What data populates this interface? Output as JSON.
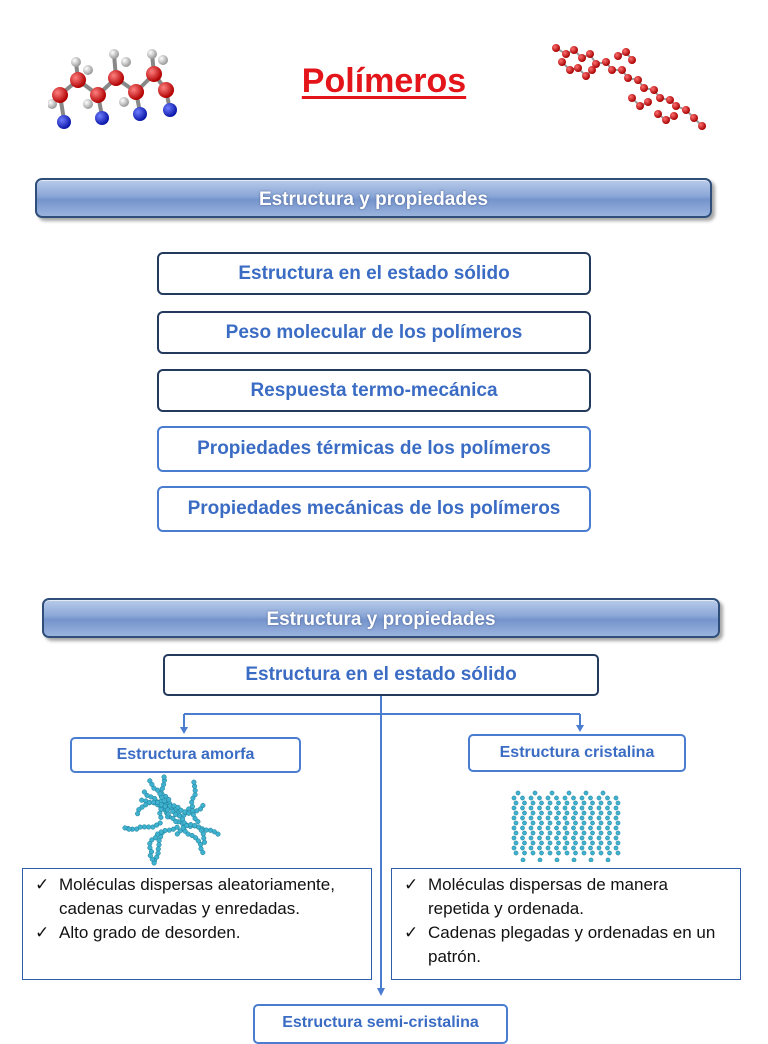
{
  "title": "Polímeros",
  "section1": {
    "banner": "Estructura y propiedades",
    "topics": [
      "Estructura en el estado sólido",
      "Peso molecular de los polímeros",
      "Respuesta termo-mecánica",
      "Propiedades térmicas de los polímeros",
      "Propiedades mecánicas de los polímeros"
    ]
  },
  "section2": {
    "banner": "Estructura y propiedades",
    "root": "Estructura en el estado sólido",
    "amorphous": {
      "label": "Estructura amorfa",
      "bullets": [
        "Moléculas dispersas aleatoriamente, cadenas curvadas y enredadas.",
        "Alto grado de desorden."
      ]
    },
    "crystalline": {
      "label": "Estructura cristalina",
      "bullets": [
        "Moléculas dispersas de manera repetida y ordenada.",
        "Cadenas plegadas y ordenadas en un patrón."
      ]
    },
    "semicrystalline": {
      "label": "Estructura semi-cristalina"
    }
  },
  "colors": {
    "title": "#e3151a",
    "accent_text": "#3b6cc4",
    "banner": "#8aa6d6",
    "molecule_blue": "#3fb2cf"
  },
  "icons": [
    "molecule-ball-stick-icon",
    "polymer-chain-icon",
    "amorphous-structure-icon",
    "crystalline-structure-icon"
  ]
}
